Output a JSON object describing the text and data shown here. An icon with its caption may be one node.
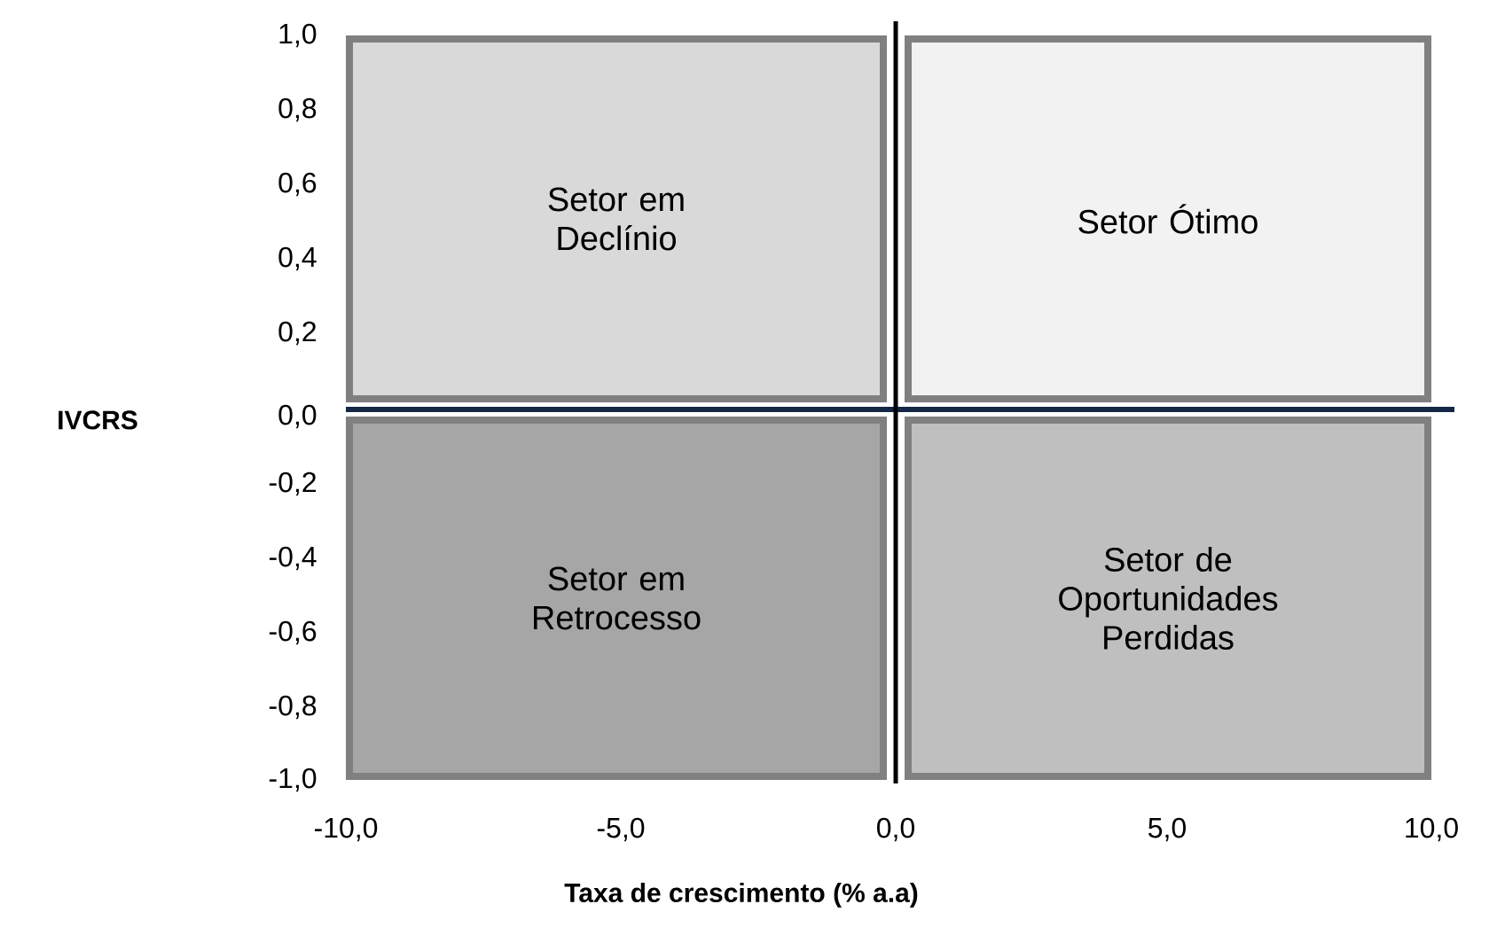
{
  "diagram": {
    "nodes": [
      {
        "text": [
          "Setor em Declínio"
        ]
      },
      {
        "text": [
          "Setor Ótimo"
        ]
      },
      {
        "text": [
          "Setor em Retrocesso"
        ]
      },
      {
        "text": [
          "Setor de Oportunidades Perdidas"
        ]
      }
    ],
    "labels": [
      "1,0",
      "0,8",
      "0,6",
      "0,4",
      "0,2",
      "IVCRS",
      "0,0",
      "-0,2",
      "-0,4",
      "-0,6",
      "-0,8",
      "-1,0",
      "-10,0",
      "-5,0",
      "0,0",
      "5,0",
      "10,0",
      "Taxa de crescimento (% a.a)"
    ]
  }
}
